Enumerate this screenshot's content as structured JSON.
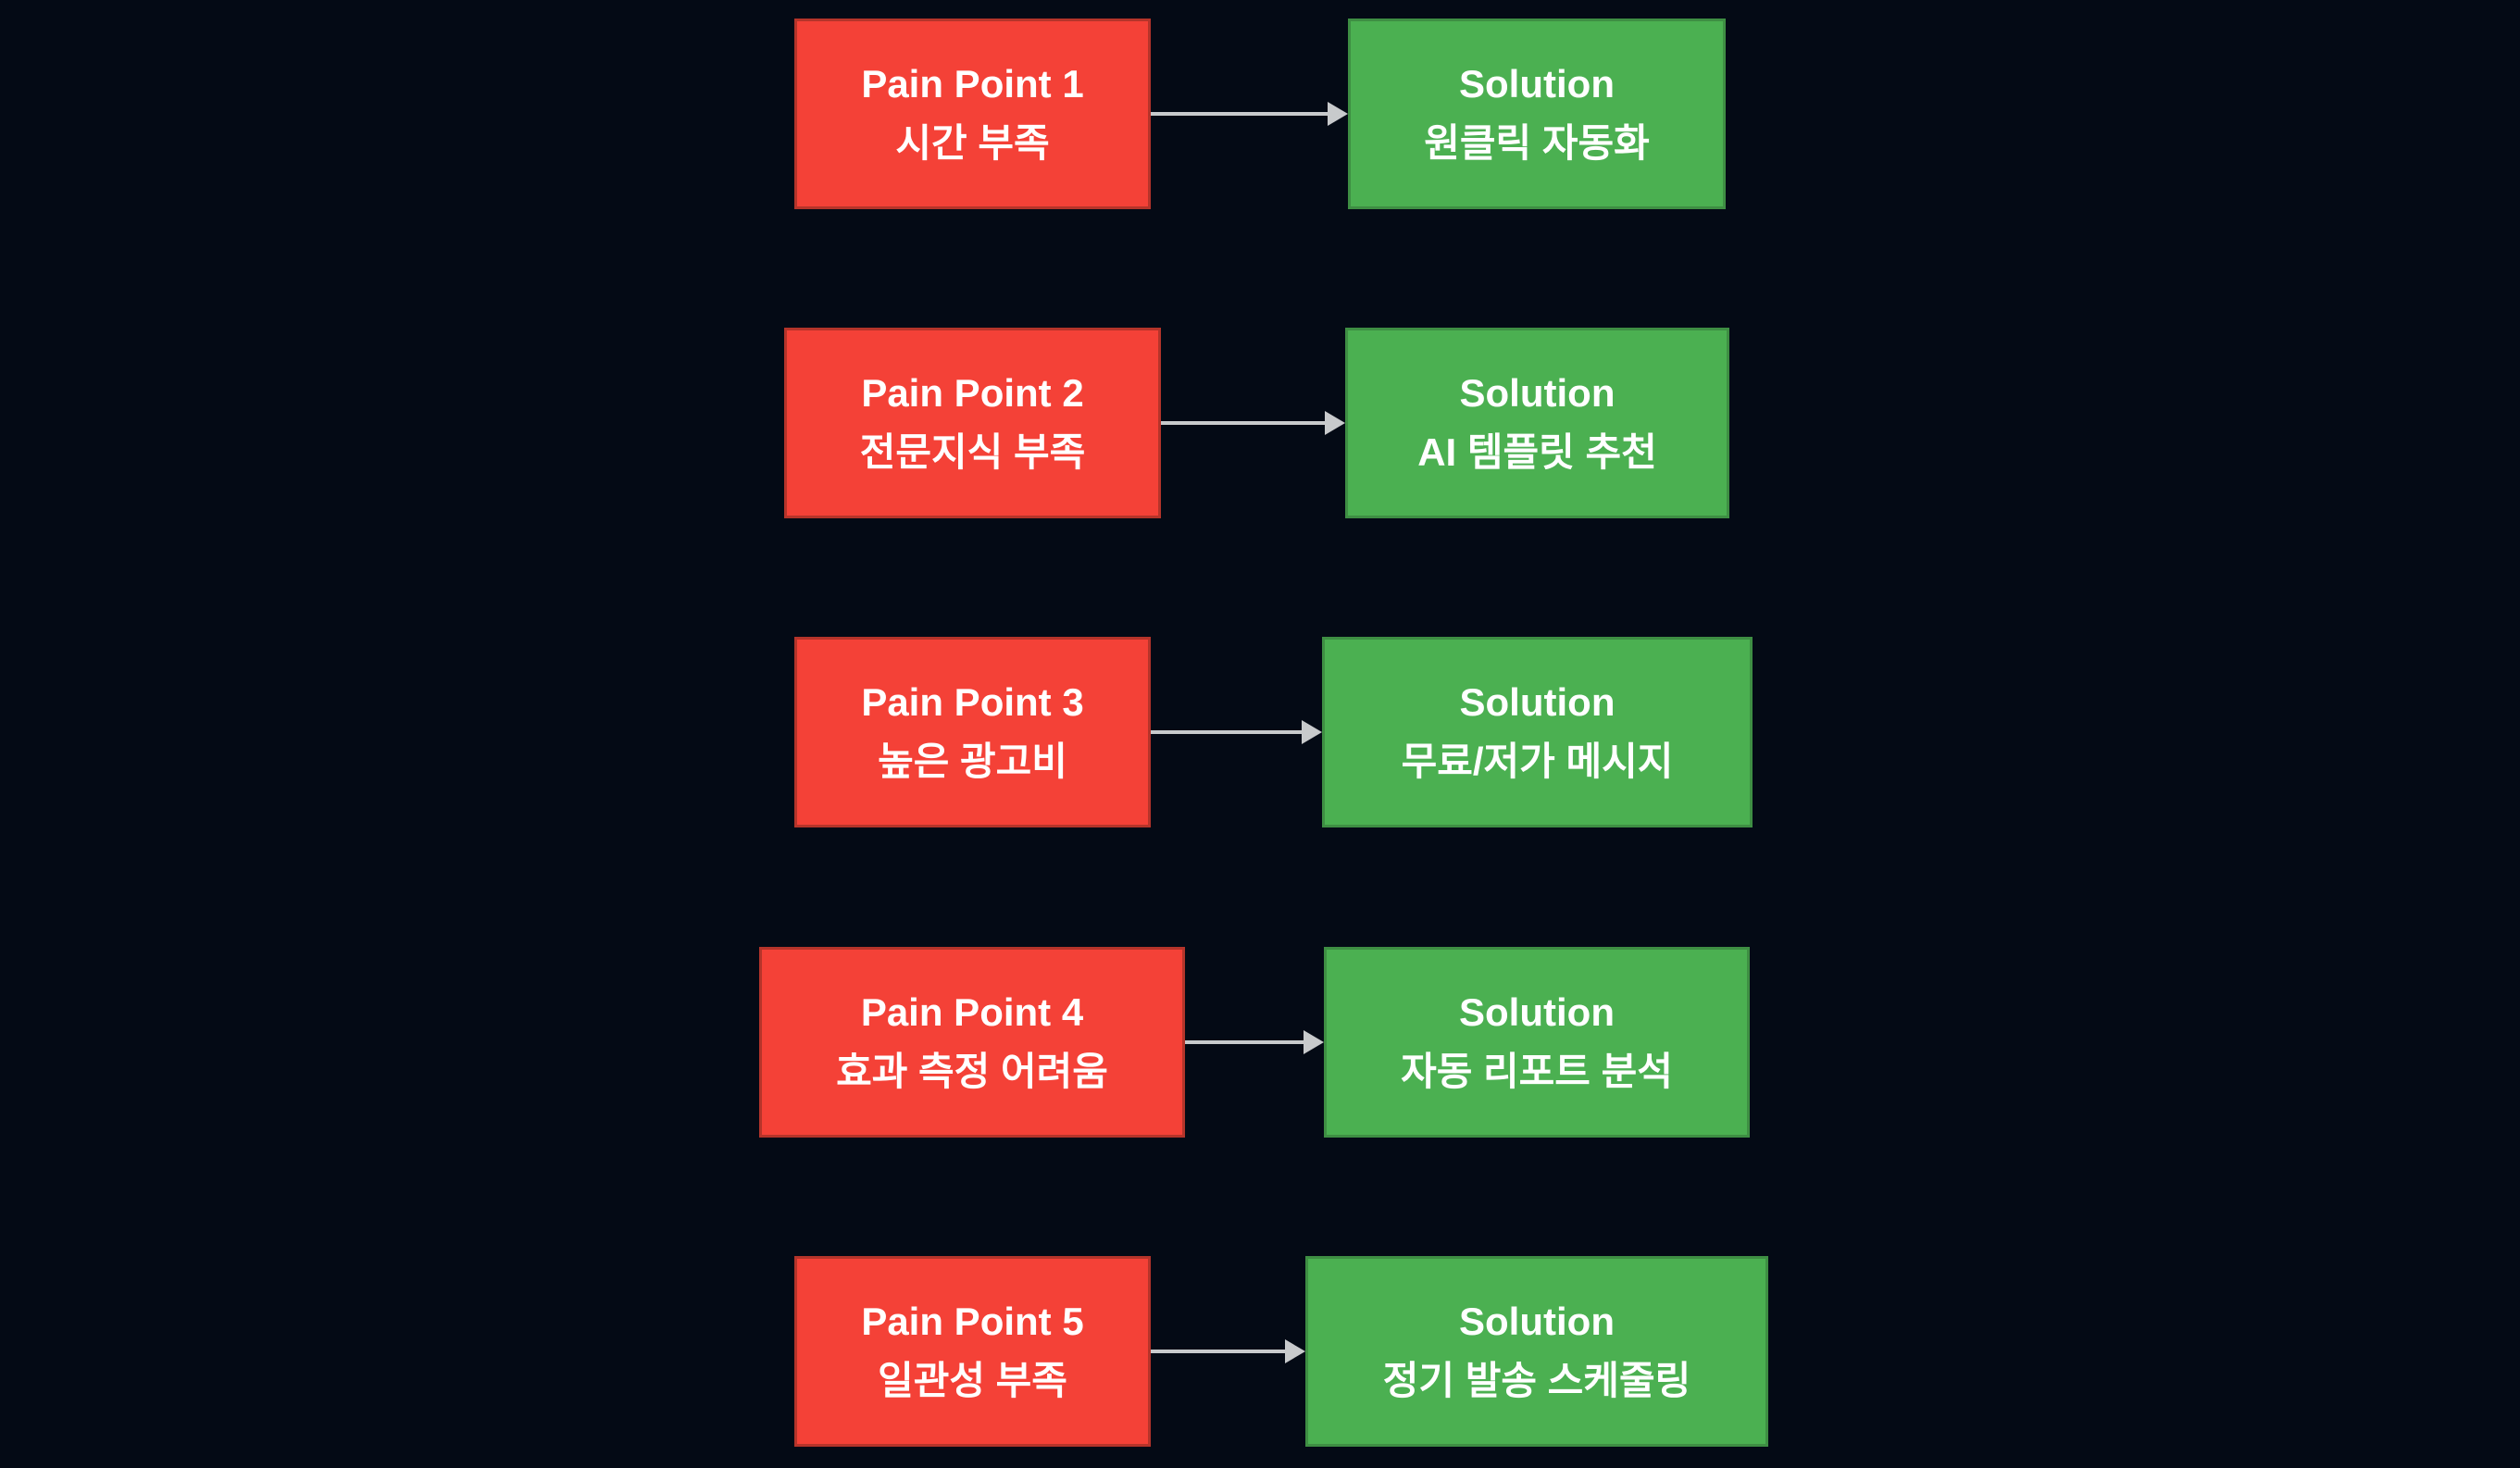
{
  "diagram": {
    "colors": {
      "background": "#040a15",
      "pain_fill": "#f44137",
      "pain_border": "#b5342a",
      "solution_fill": "#4bb051",
      "solution_border": "#3e8e43",
      "arrow": "#c8cacc",
      "text": "#ffffff"
    },
    "rows": [
      {
        "pain": {
          "title": "Pain Point 1",
          "label": "시간 부족"
        },
        "solution": {
          "title": "Solution",
          "label": "원클릭 자동화"
        }
      },
      {
        "pain": {
          "title": "Pain Point 2",
          "label": "전문지식 부족"
        },
        "solution": {
          "title": "Solution",
          "label": "AI 템플릿 추천"
        }
      },
      {
        "pain": {
          "title": "Pain Point 3",
          "label": "높은 광고비"
        },
        "solution": {
          "title": "Solution",
          "label": "무료/저가 메시지"
        }
      },
      {
        "pain": {
          "title": "Pain Point 4",
          "label": "효과 측정 어려움"
        },
        "solution": {
          "title": "Solution",
          "label": "자동 리포트 분석"
        }
      },
      {
        "pain": {
          "title": "Pain Point 5",
          "label": "일관성 부족"
        },
        "solution": {
          "title": "Solution",
          "label": "정기 발송 스케줄링"
        }
      }
    ]
  }
}
